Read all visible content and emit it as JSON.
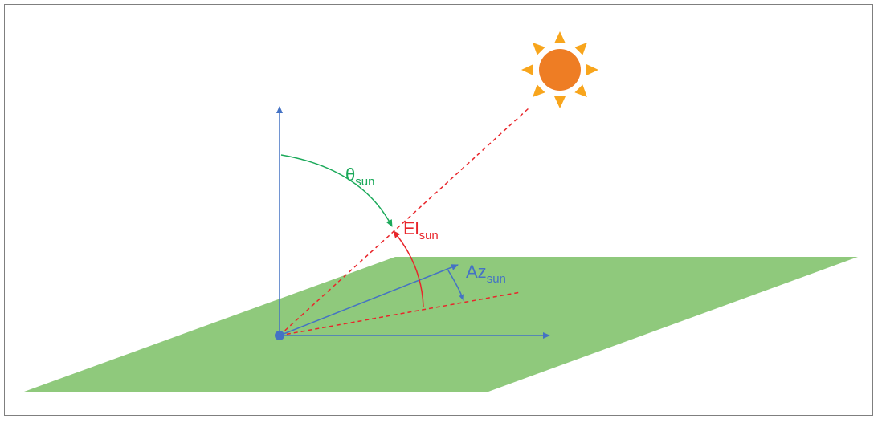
{
  "labels": {
    "theta": {
      "symbol": "θ",
      "subscript": "sun"
    },
    "elevation": {
      "symbol": "El",
      "subscript": "sun"
    },
    "azimuth": {
      "symbol": "Az",
      "subscript": "sun"
    }
  },
  "colors": {
    "ground": "#8fc97c",
    "axis": "#4472c4",
    "sun_line": "#e8262b",
    "elevation": "#e8262b",
    "theta": "#1ba95a",
    "azimuth": "#4472c4",
    "sun_body": "#ee7d24",
    "sun_rays": "#f8a51c",
    "frame": "#7f7f7f"
  },
  "icons": {
    "sun": "sun-icon",
    "origin": "origin-dot"
  }
}
